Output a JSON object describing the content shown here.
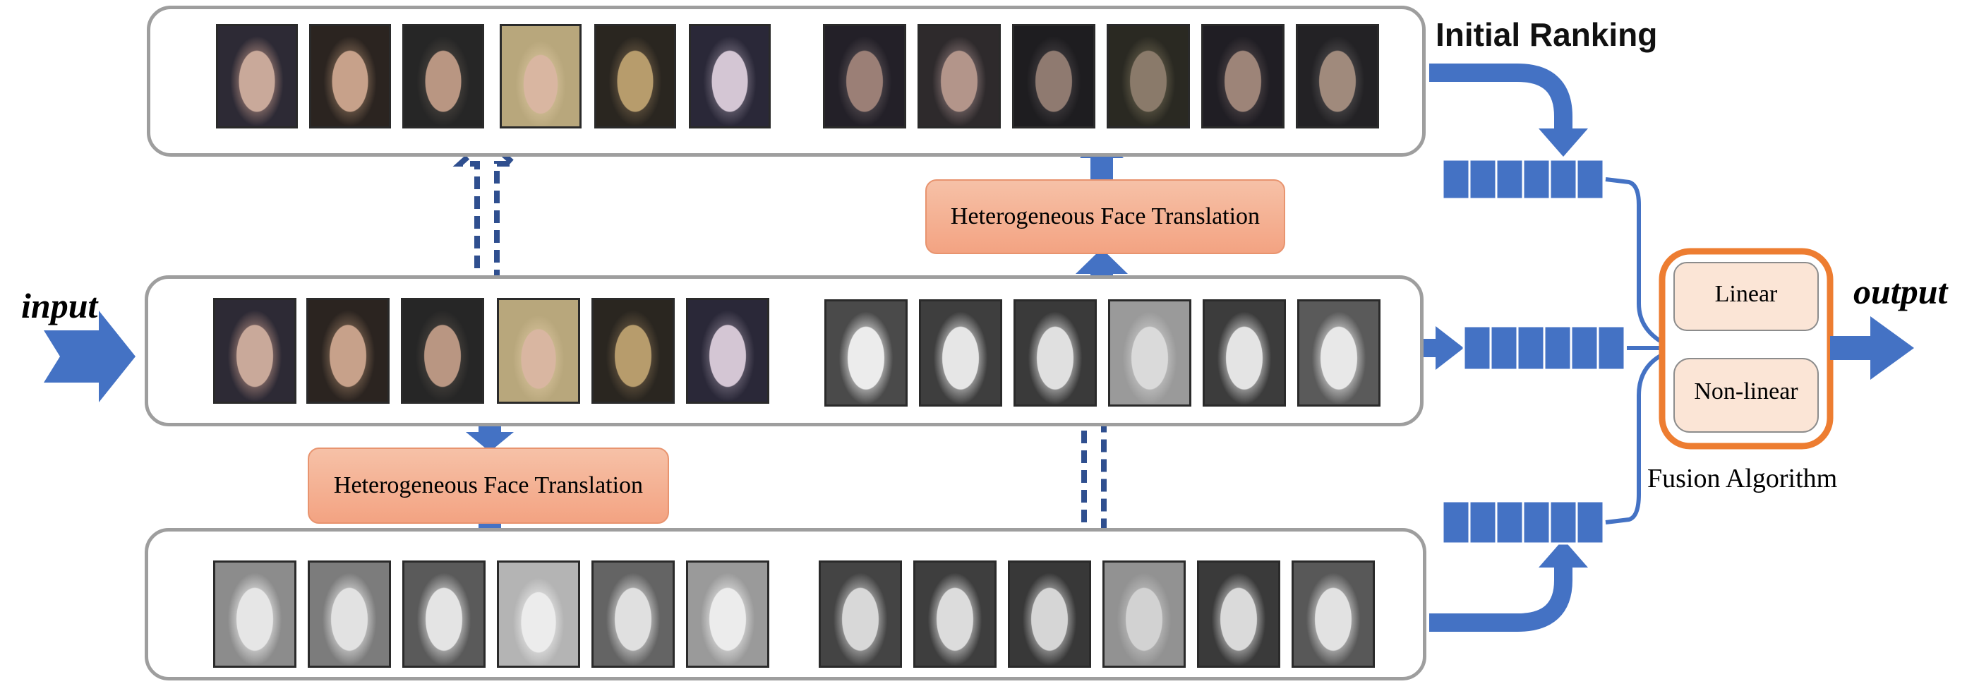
{
  "labels": {
    "initial_ranking": "Initial Ranking",
    "input": "input",
    "output": "output",
    "fusion_algorithm": "Fusion Algorithm",
    "linear": "Linear",
    "nonlinear": "Non-linear",
    "hft_top": "Heterogeneous Face Translation",
    "hft_bottom": "Heterogeneous Face Translation"
  },
  "colors": {
    "arrow_blue": "#4472c4",
    "dashed_blue": "#2f4f8f",
    "box_border": "#9e9e9e",
    "fusion_border": "#ed7d31",
    "translation_fill": "#f4a582",
    "rank_cell": "#4472c4"
  },
  "rows": [
    {
      "id": "top",
      "left_set": "color",
      "right_set": "translated-color"
    },
    {
      "id": "middle",
      "left_set": "color",
      "right_set": "near-infrared"
    },
    {
      "id": "bottom",
      "left_set": "translated-gray",
      "right_set": "near-infrared"
    }
  ],
  "ranking_list_cells": 6
}
